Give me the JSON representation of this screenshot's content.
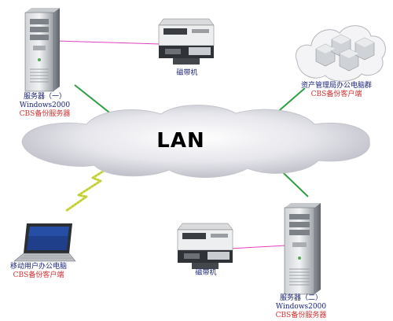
{
  "network": {
    "label": "LAN"
  },
  "colors": {
    "link": "#2e9e44",
    "magenta_link": "#e040c0",
    "wireless": "#d9d93a",
    "label_navy": "#1a237e",
    "label_red": "#d32f2f"
  },
  "nodes": {
    "server1": {
      "name": "服务器（一）",
      "os": "Windows2000",
      "role": "CBS备份服务器",
      "icon": "server-tower-icon"
    },
    "tape1": {
      "name": "磁带机",
      "icon": "tape-drive-icon"
    },
    "office_group": {
      "name": "资产管理局办公电脑群",
      "role": "CBS备份客户端",
      "icon": "computer-cloud-icon"
    },
    "laptop": {
      "name": "移动用户办公电脑",
      "role": "CBS备份客户端",
      "icon": "laptop-icon"
    },
    "tape2": {
      "name": "磁带机",
      "icon": "tape-drive-icon"
    },
    "server2": {
      "name": "服务器（二）",
      "os": "Windows2000",
      "role": "CBS备份服务器",
      "icon": "server-tower-icon"
    }
  }
}
